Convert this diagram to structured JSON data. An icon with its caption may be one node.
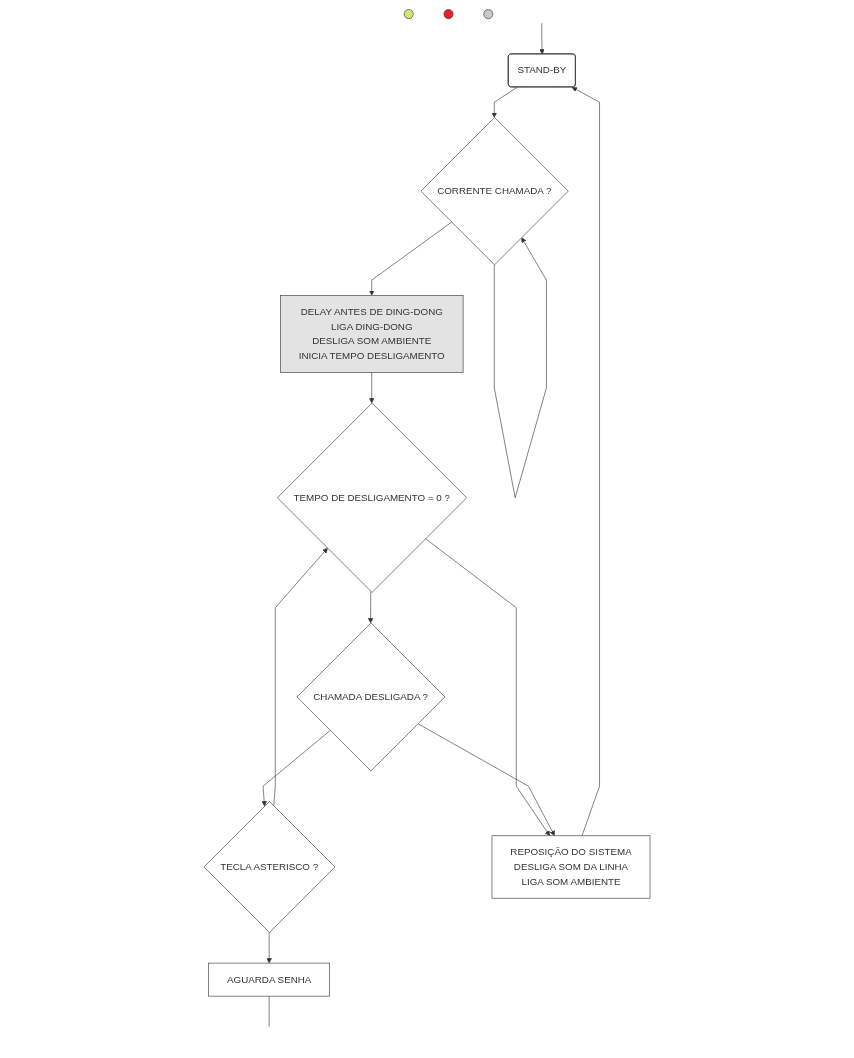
{
  "diagram": {
    "nodes": [
      {
        "text": [
          "STAND-BY"
        ]
      },
      {
        "text": [],
        "shape": "circle"
      },
      {
        "text": [
          "CORRENTE CHAMADA ?"
        ]
      },
      {
        "text": [
          "DELAY ANTES DE DING-DONG",
          "LIGA DING-DONG",
          "DESLIGA SOM AMBIENTE",
          "INICIA TEMPO DESLIGAMENTO"
        ]
      },
      {
        "text": [],
        "shape": "circle"
      },
      {
        "text": [
          "TEMPO DE DESLIGAMENTO = 0 ?"
        ]
      },
      {
        "text": [
          "CHAMADA DESLIGADA ?"
        ]
      },
      {
        "text": [
          "TECLA ASTERISCO ?"
        ]
      },
      {
        "text": [
          "REPOSIÇÃO DO SISTEMA",
          "DESLIGA SOM DA LINHA",
          "LIGA SOM AMBIENTE"
        ]
      },
      {
        "text": [
          "AGUARDA SENHA"
        ]
      },
      {
        "text": [],
        "shape": "circle"
      }
    ],
    "edges": [
      {
        "from": null,
        "to": 0,
        "arrow": "to"
      },
      {
        "from": 0,
        "to": 2,
        "arrow": "to"
      },
      {
        "from": 2,
        "to": 2,
        "arrow": "to"
      },
      {
        "from": 2,
        "to": 3,
        "arrow": "to"
      },
      {
        "from": 3,
        "to": 5,
        "arrow": "to"
      },
      {
        "from": 5,
        "to": 6,
        "arrow": "to"
      },
      {
        "from": 5,
        "to": 8,
        "arrow": "to"
      },
      {
        "from": 6,
        "to": 8,
        "arrow": "to"
      },
      {
        "from": 6,
        "to": 7,
        "arrow": "to"
      },
      {
        "from": 7,
        "to": 5,
        "arrow": "to"
      },
      {
        "from": 7,
        "to": 9,
        "arrow": "to"
      },
      {
        "from": 8,
        "to": 0,
        "arrow": "to"
      },
      {
        "from": 9,
        "to": null,
        "arrow": "none"
      }
    ]
  }
}
